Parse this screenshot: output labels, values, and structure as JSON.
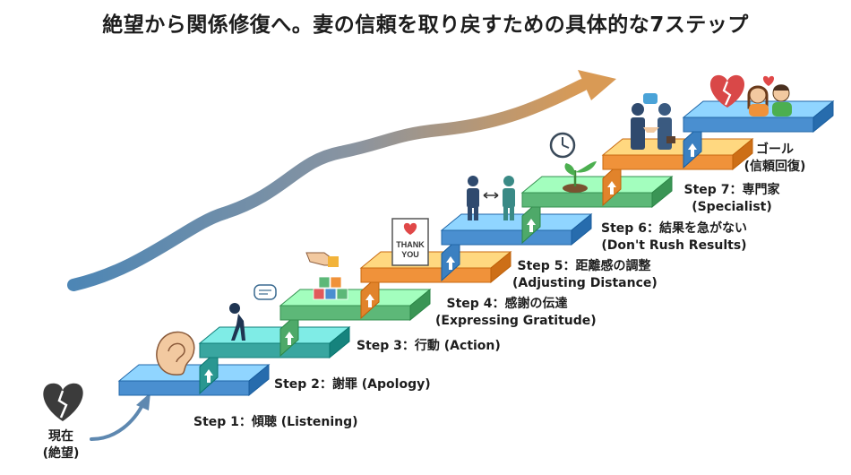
{
  "title": "絶望から関係修復へ。妻の信頼を取り戻すための具体的な7ステップ",
  "start": {
    "line1": "現在",
    "line2": "(絶望)",
    "icon": "broken-heart-icon"
  },
  "goal": {
    "line1": "ゴール",
    "line2": "(信頼回復)",
    "icon": "heart-couple-icon"
  },
  "steps": [
    {
      "line1": "Step 1：傾聴 (Listening)",
      "line2": "",
      "icon": "ear-icon",
      "color": "#4a8fd0"
    },
    {
      "line1": "Step 2：謝罪 (Apology)",
      "line2": "",
      "icon": "bowing-person-icon",
      "color": "#39a6a0"
    },
    {
      "line1": "Step 3：行動 (Action)",
      "line2": "",
      "icon": "building-blocks-icon",
      "color": "#5db878"
    },
    {
      "line1": "Step 4：感謝の伝達",
      "line2": "(Expressing Gratitude)",
      "icon": "thank-you-card-icon",
      "color": "#f0923a"
    },
    {
      "line1": "Step 5：距離感の調整",
      "line2": "(Adjusting Distance)",
      "icon": "two-people-distance-icon",
      "color": "#4a8fd0"
    },
    {
      "line1": "Step 6：結果を急がない",
      "line2": "(Don't Rush Results)",
      "icon": "clock-sprout-icon",
      "color": "#5db878"
    },
    {
      "line1": "Step 7：専門家",
      "line2": "(Specialist)",
      "icon": "handshake-icon",
      "color": "#f0923a"
    }
  ],
  "card_text": {
    "line1": "THANK",
    "line2": "YOU"
  },
  "colors": {
    "blue": "#4a8fd0",
    "teal": "#39a6a0",
    "green": "#5db878",
    "orange": "#f0923a",
    "curve_blue": "#4d86b5",
    "curve_orange": "#d99a55"
  }
}
